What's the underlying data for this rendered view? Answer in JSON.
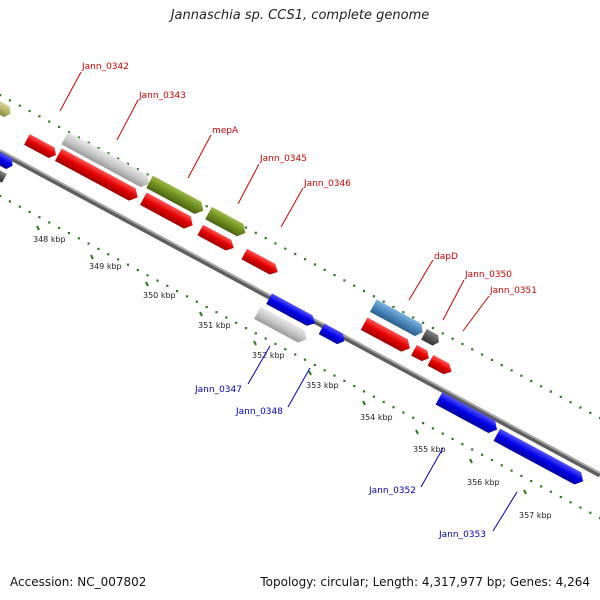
{
  "title": "Jannaschia sp. CCS1, complete genome",
  "footer": {
    "accession": "Accession: NC_007802",
    "summary": "Topology: circular; Length: 4,317,977 bp; Genes: 4,264"
  },
  "colors": {
    "forward_label": "#cc0000",
    "reverse_label": "#0000bb",
    "backbone": "#8c8c8c",
    "dots": "#2a7a1a",
    "red": "#e10000",
    "blue": "#0000e6",
    "grey": "#c8c8c8",
    "olive": "#6f8d1f",
    "steel": "#4a87bb",
    "dark": "#555555",
    "khaki": "#b6b56a"
  },
  "tick_labels": [
    "348 kbp",
    "349 kbp",
    "350 kbp",
    "351 kbp",
    "352 kbp",
    "353 kbp",
    "354 kbp",
    "355 kbp",
    "356 kbp",
    "357 kbp"
  ],
  "gene_labels": {
    "forward": [
      "Jann_0342",
      "Jann_0343",
      "mepA",
      "Jann_0345",
      "Jann_0346",
      "dapD",
      "Jann_0350",
      "Jann_0351"
    ],
    "reverse": [
      "Jann_0347",
      "Jann_0348",
      "Jann_0352",
      "Jann_0353"
    ]
  }
}
